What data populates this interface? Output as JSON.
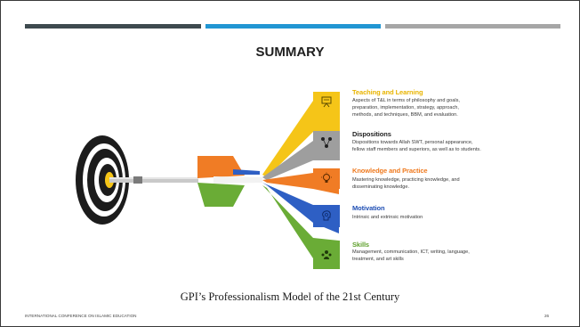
{
  "slide": {
    "title": "SUMMARY",
    "caption": "GPI’s Professionalism Model of the 21st Century",
    "footer_left": "INTERNATIONAL CONFERENCE ON ISLAMIC EDUCATION",
    "page_number": "26"
  },
  "colors": {
    "bar_dark": "#3e4a4f",
    "bar_blue": "#2196d3",
    "bar_gray": "#a6a6a6",
    "yellow": "#f5c518",
    "gray": "#9e9e9e",
    "orange": "#f07c25",
    "blue": "#2e5fc4",
    "green": "#6aac36"
  },
  "items": [
    {
      "title": "Teaching and Learning",
      "desc1": "Aspects of T&L in terms of philosophy and goals,",
      "desc2": "preparation, implementation, strategy, approach,",
      "desc3": "methods, and techniques, BBM, and evaluation.",
      "icon": "presentation-board-icon"
    },
    {
      "title": "Dispositions",
      "desc1": "Dispositions towards Allah SWT, personal appearance,",
      "desc2": "fellow staff members and superiors, as well as to students.",
      "icon": "people-network-icon"
    },
    {
      "title": "Knowledge and Practice",
      "desc1": "Mastering knowledge, practicing knowledge, and",
      "desc2": "disseminating knowledge.",
      "icon": "lightbulb-icon"
    },
    {
      "title": "Motivation",
      "desc1": "Intrinsic and extrinsic motivation",
      "icon": "brain-gear-icon"
    },
    {
      "title": "Skills",
      "desc1": "Management, communication, ICT, writing, language,",
      "desc2": "treatment, and art skills",
      "icon": "team-skills-icon"
    }
  ]
}
